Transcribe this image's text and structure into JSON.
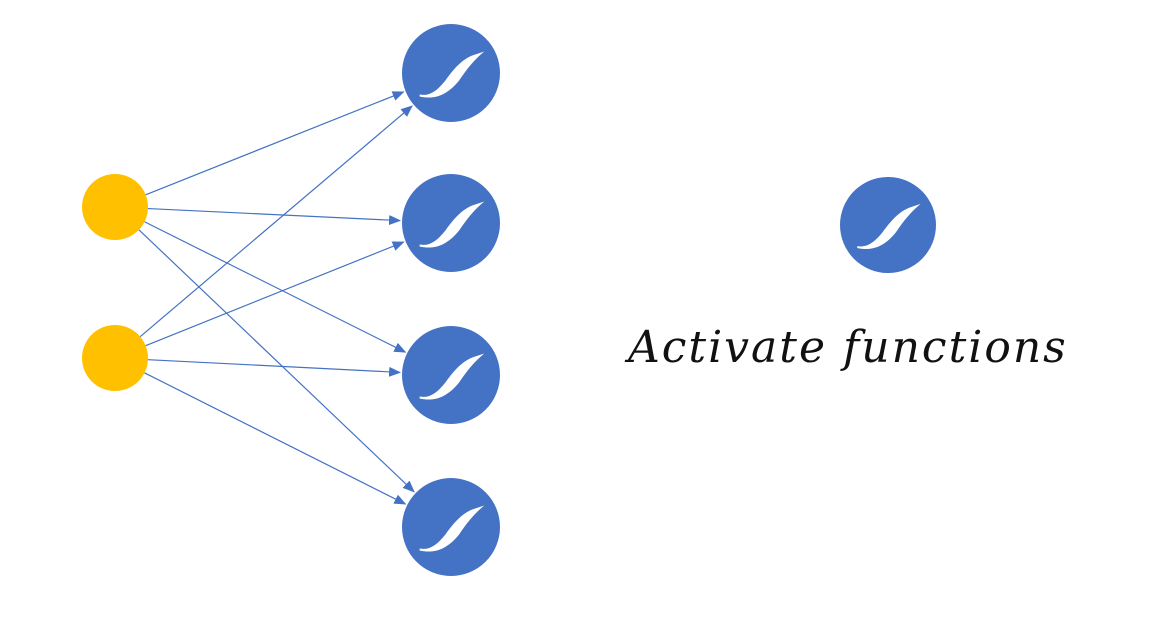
{
  "diagram": {
    "colors": {
      "input_node": "#FFC000",
      "output_node": "#4472C4",
      "edge": "#4472C4",
      "icon": "#ffffff",
      "caption": "#111111"
    },
    "icon_name": "sigmoid-curve-icon",
    "inputs": [
      {
        "name": "input-node-1"
      },
      {
        "name": "input-node-2"
      }
    ],
    "outputs": [
      {
        "name": "output-node-1"
      },
      {
        "name": "output-node-2"
      },
      {
        "name": "output-node-3"
      },
      {
        "name": "output-node-4"
      }
    ],
    "edges": [
      {
        "from": 0,
        "to": 0
      },
      {
        "from": 0,
        "to": 1
      },
      {
        "from": 0,
        "to": 2
      },
      {
        "from": 0,
        "to": 3
      },
      {
        "from": 1,
        "to": 0
      },
      {
        "from": 1,
        "to": 1
      },
      {
        "from": 1,
        "to": 2
      },
      {
        "from": 1,
        "to": 3
      }
    ],
    "legend": {
      "label": "Activate functions"
    }
  }
}
